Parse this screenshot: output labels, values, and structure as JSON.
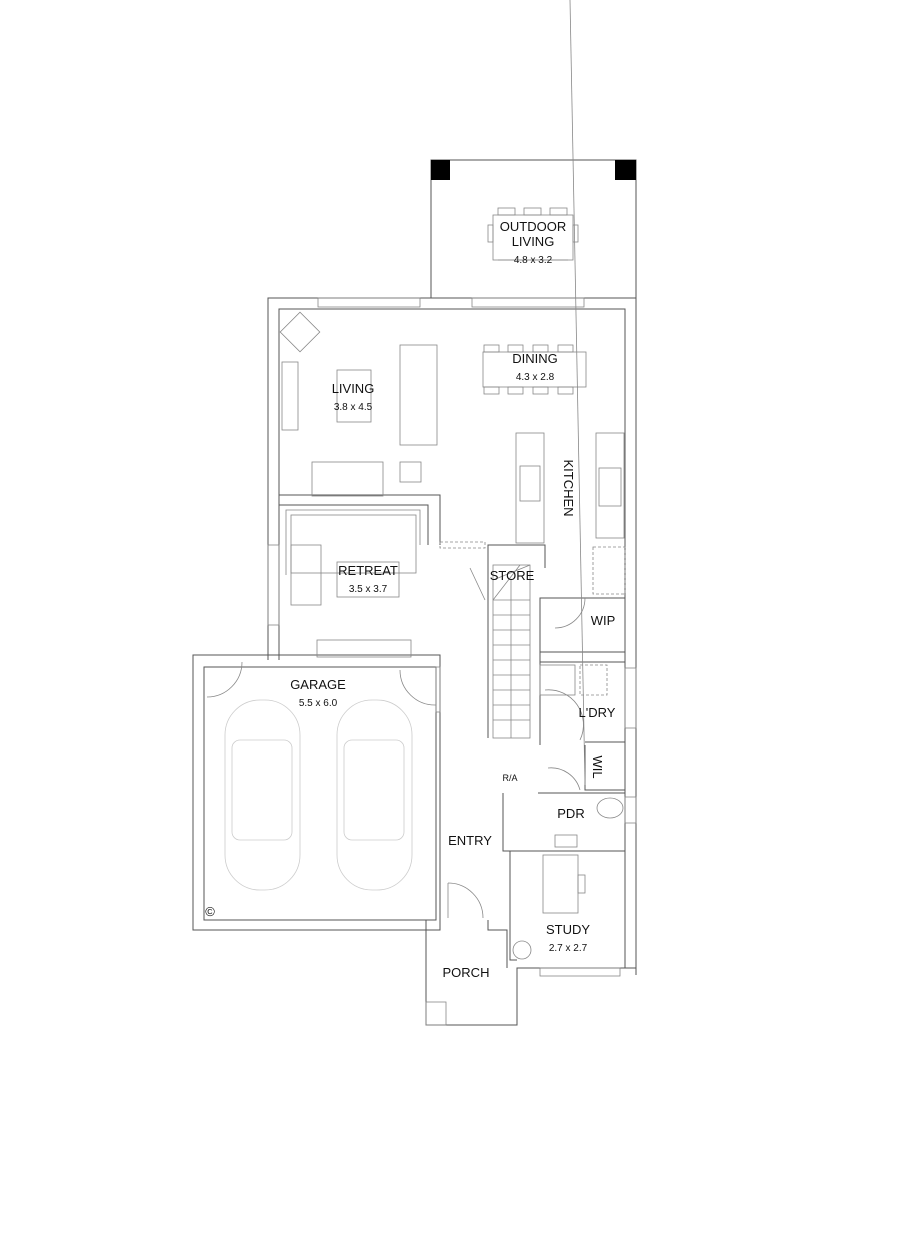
{
  "rooms": {
    "outdoor_living": {
      "name_line1": "OUTDOOR",
      "name_line2": "LIVING",
      "size": "4.8 x 3.2"
    },
    "dining": {
      "name": "DINING",
      "size": "4.3 x 2.8"
    },
    "living": {
      "name": "LIVING",
      "size": "3.8 x 4.5"
    },
    "kitchen": {
      "name": "KITCHEN"
    },
    "retreat": {
      "name": "RETREAT",
      "size": "3.5 x 3.7"
    },
    "store": {
      "name": "STORE"
    },
    "wip": {
      "name": "WIP"
    },
    "garage": {
      "name": "GARAGE",
      "size": "5.5 x 6.0"
    },
    "laundry": {
      "name": "L'DRY"
    },
    "wil": {
      "name": "WIL"
    },
    "pdr": {
      "name": "PDR"
    },
    "entry": {
      "name": "ENTRY"
    },
    "study": {
      "name": "STUDY",
      "size": "2.7 x 2.7"
    },
    "porch": {
      "name": "PORCH"
    }
  },
  "annotations": {
    "ra": "R/A",
    "copyright": "©"
  },
  "colors": {
    "walls": "#555555",
    "furniture": "#888888",
    "cars": "#cccccc",
    "posts": "#000000"
  }
}
